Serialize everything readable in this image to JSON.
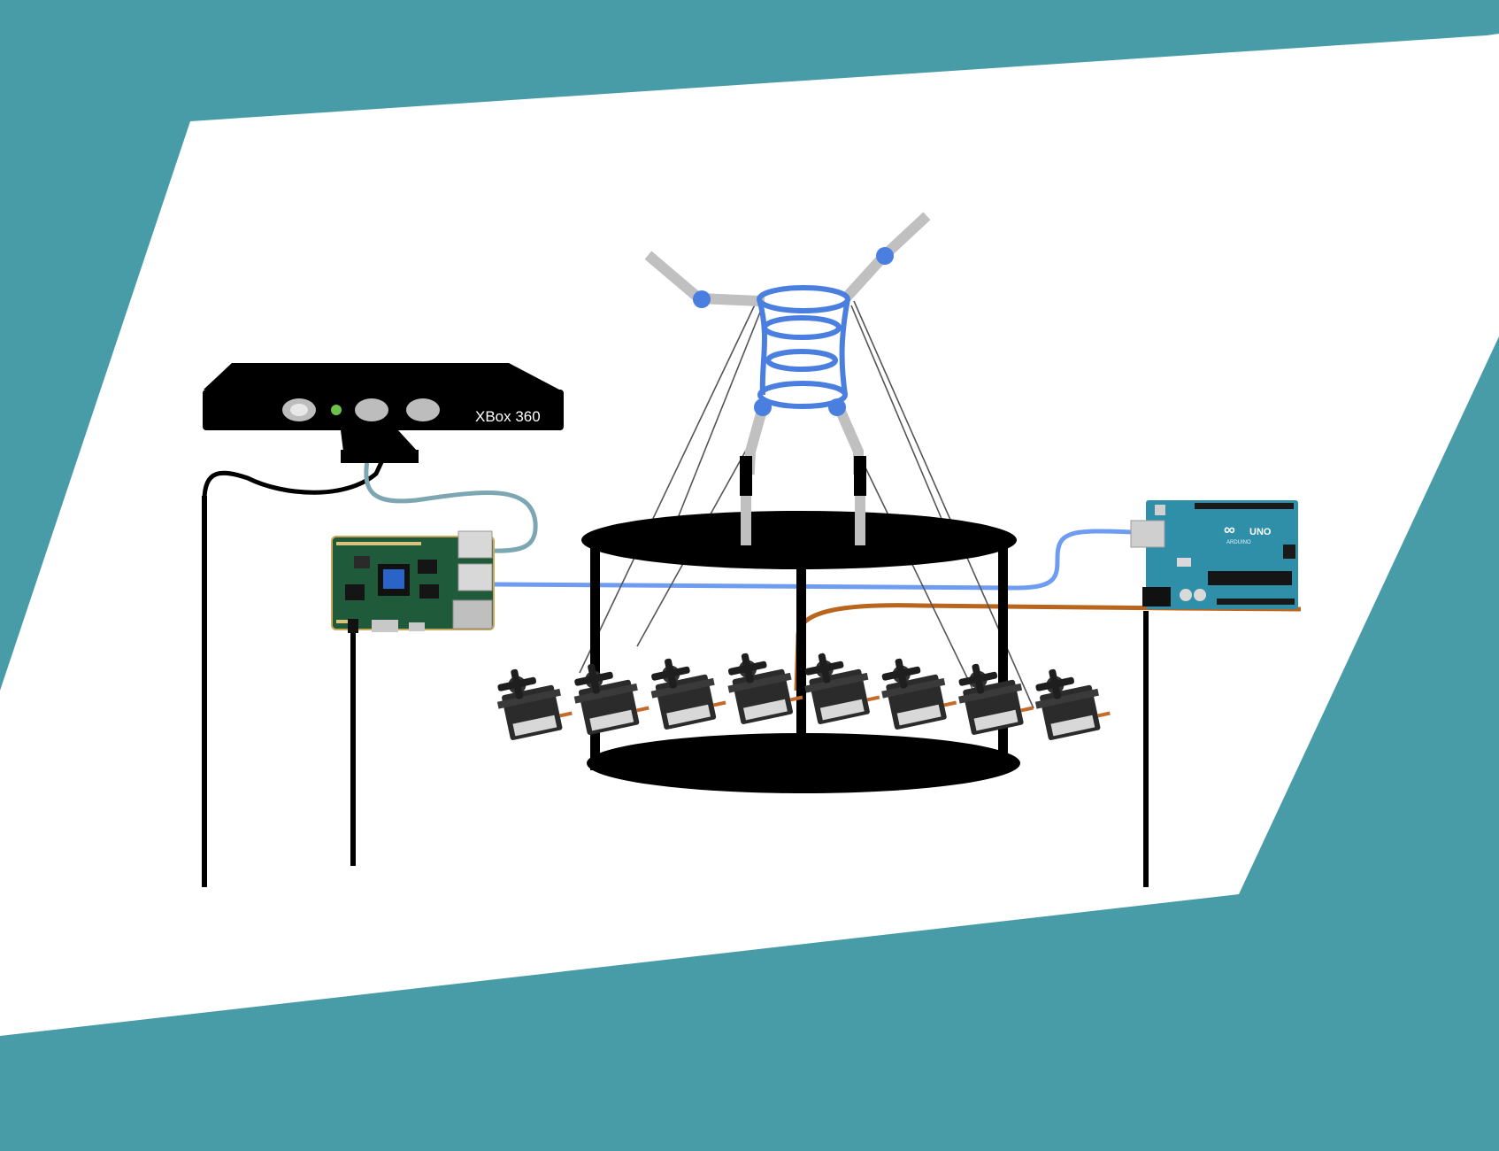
{
  "diagram": {
    "colors": {
      "background_accent": "#489ca8",
      "canvas": "#ffffff",
      "kinect_body": "#000000",
      "marionette_joint": "#4a7fe0",
      "marionette_limb": "#c0c0c0",
      "stand": "#000000",
      "usb_cable": "#6e9cf0",
      "kinect_cable": "#7ba6b2",
      "servo_wire": "#b8651e",
      "arduino_board": "#2f8fa9",
      "single_board_computer": "#1f5a3a"
    },
    "kinect": {
      "label": "XBox 360",
      "icon": "kinect-sensor-icon"
    },
    "single_board_computer": {
      "icon": "circuit-board-icon"
    },
    "arduino": {
      "logo_text": "∞",
      "label": "UNO",
      "brand": "ARDUINO",
      "icon": "arduino-uno-icon"
    },
    "marionette": {
      "icon": "marionette-puppet-icon"
    },
    "servos": {
      "icon": "servo-motor-icon",
      "count": 8
    },
    "stand": {
      "icon": "cylinder-stand-icon"
    }
  }
}
